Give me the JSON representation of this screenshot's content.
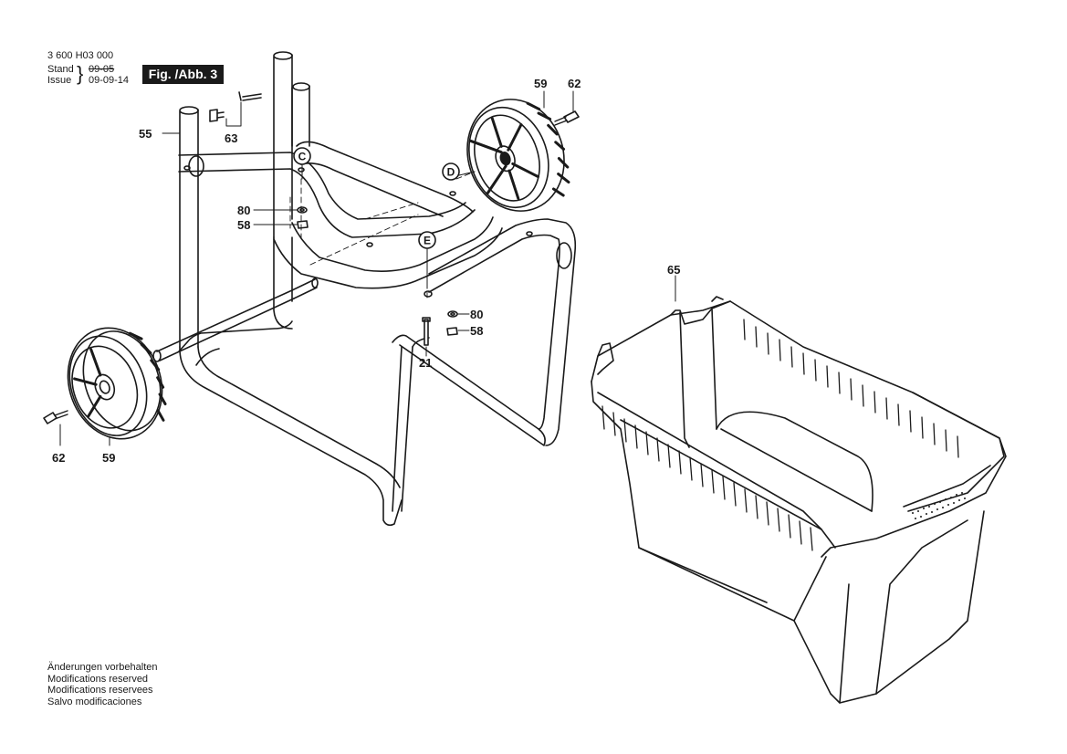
{
  "header": {
    "doc_number": "3 600 H03 000",
    "stand_label": "Stand",
    "stand_date": "09-05",
    "issue_label": "Issue",
    "issue_date": "09-09-14",
    "figure_title": "Fig. /Abb. 3"
  },
  "callouts": {
    "p55": "55",
    "p63": "63",
    "p80a": "80",
    "p58a": "58",
    "p59a": "59",
    "p62a": "62",
    "p80b": "80",
    "p58b": "58",
    "p21": "21",
    "p62b": "62",
    "p59b": "59",
    "p65": "65"
  },
  "markers": {
    "c": "C",
    "d": "D",
    "e": "E"
  },
  "footer": {
    "line1": "Änderungen vorbehalten",
    "line2": "Modifications reserved",
    "line3": "Modifications reservees",
    "line4": "Salvo modificaciones"
  }
}
